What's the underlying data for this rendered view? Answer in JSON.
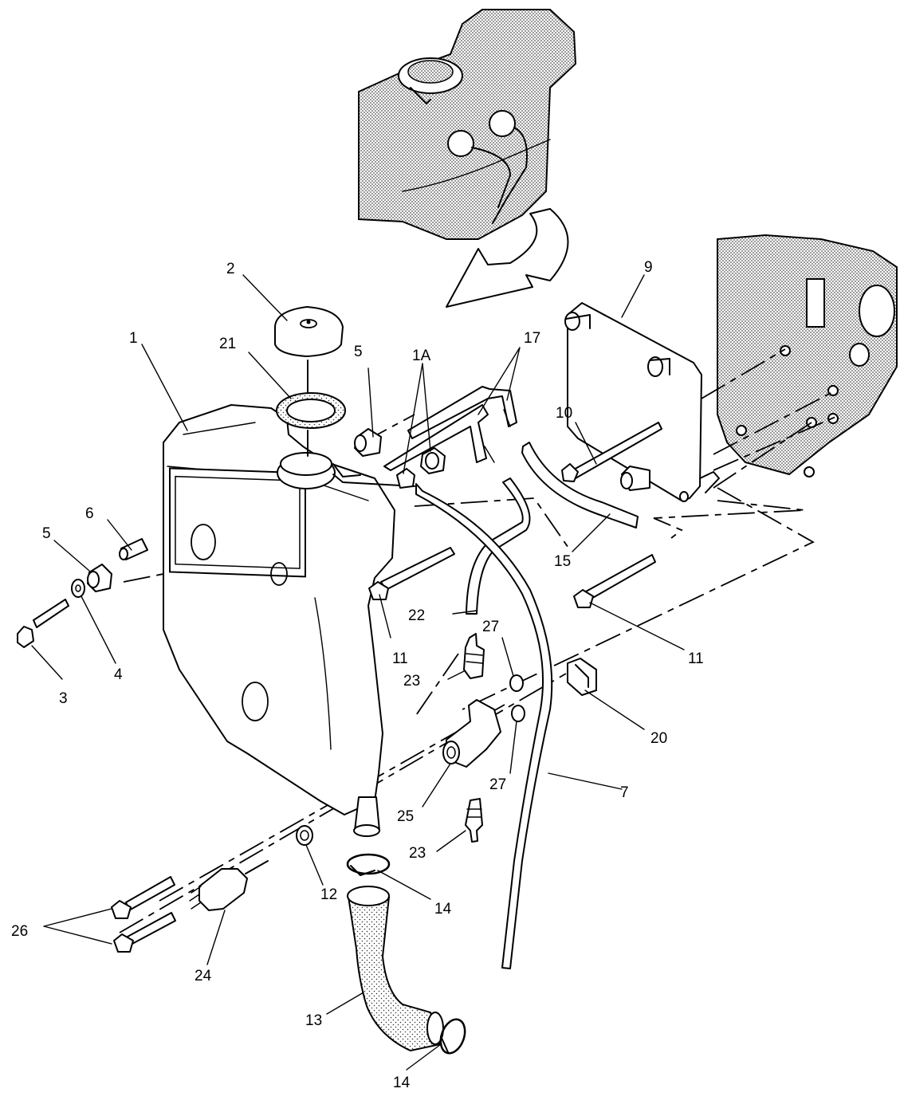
{
  "callouts": [
    {
      "id": "l1",
      "text": "1"
    },
    {
      "id": "l1a",
      "text": "1A"
    },
    {
      "id": "l2",
      "text": "2"
    },
    {
      "id": "l3",
      "text": "3"
    },
    {
      "id": "l4",
      "text": "4"
    },
    {
      "id": "l5a",
      "text": "5"
    },
    {
      "id": "l5b",
      "text": "5"
    },
    {
      "id": "l6",
      "text": "6"
    },
    {
      "id": "l7",
      "text": "7"
    },
    {
      "id": "l9",
      "text": "9"
    },
    {
      "id": "l10",
      "text": "10"
    },
    {
      "id": "l11a",
      "text": "11"
    },
    {
      "id": "l11b",
      "text": "11"
    },
    {
      "id": "l12",
      "text": "12"
    },
    {
      "id": "l13",
      "text": "13"
    },
    {
      "id": "l14a",
      "text": "14"
    },
    {
      "id": "l14b",
      "text": "14"
    },
    {
      "id": "l15",
      "text": "15"
    },
    {
      "id": "l17",
      "text": "17"
    },
    {
      "id": "l20",
      "text": "20"
    },
    {
      "id": "l21",
      "text": "21"
    },
    {
      "id": "l22",
      "text": "22"
    },
    {
      "id": "l23a",
      "text": "23"
    },
    {
      "id": "l23b",
      "text": "23"
    },
    {
      "id": "l24",
      "text": "24"
    },
    {
      "id": "l25",
      "text": "25"
    },
    {
      "id": "l26",
      "text": "26"
    },
    {
      "id": "l27a",
      "text": "27"
    },
    {
      "id": "l27b",
      "text": "27"
    }
  ]
}
